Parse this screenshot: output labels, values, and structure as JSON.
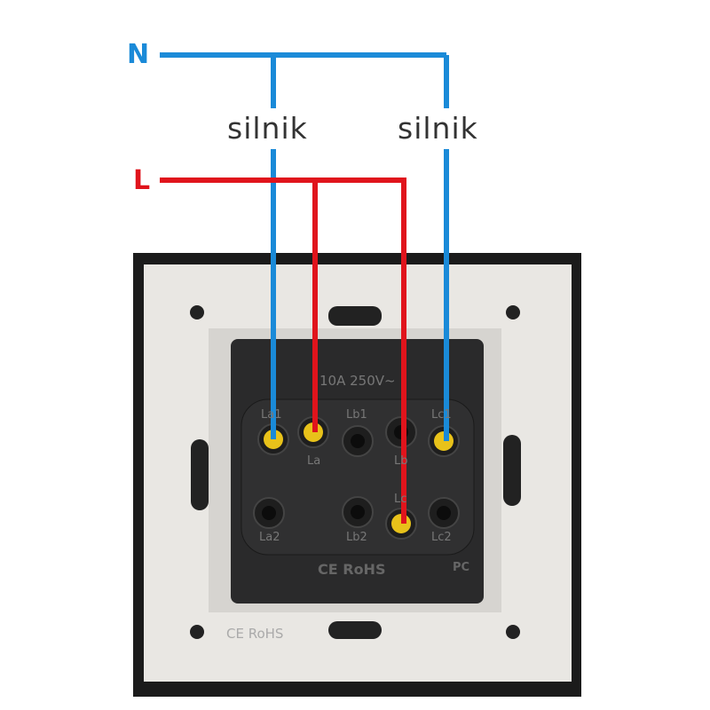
{
  "wires": {
    "neutral": {
      "label": "N",
      "color": "#1a8ad8"
    },
    "live": {
      "label": "L",
      "color": "#e0141c"
    }
  },
  "loads": [
    "silnik",
    "silnik"
  ],
  "switch": {
    "rating": "10A 250V~",
    "terminals_top": [
      "La1",
      "La",
      "Lb1",
      "Lb",
      "Lc1"
    ],
    "terminals_bottom": [
      "La2",
      "Lb2",
      "Lc",
      "Lc2"
    ],
    "marks": "CE RoHS",
    "material": "PC",
    "plate_marks": "CE RoHS"
  }
}
